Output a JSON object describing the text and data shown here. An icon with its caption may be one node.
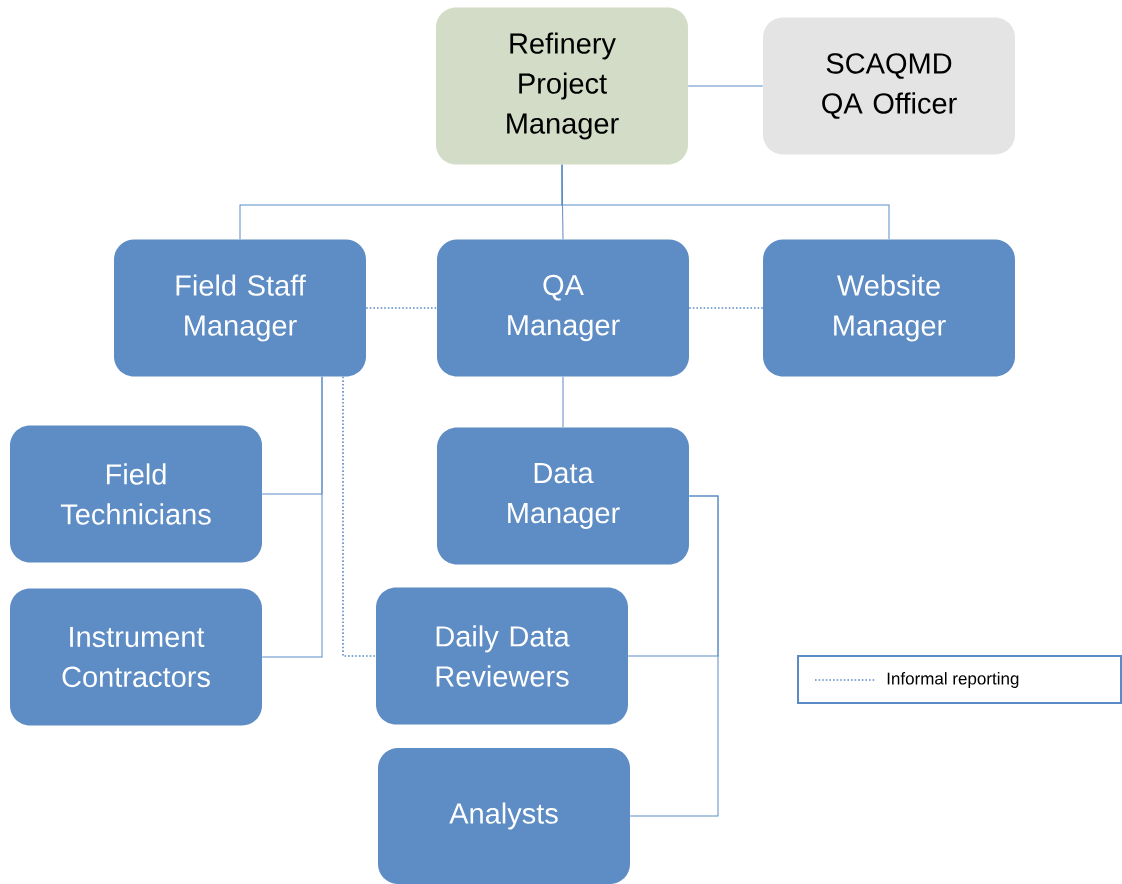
{
  "diagram": {
    "nodes": [
      {
        "text": [
          "Refinery Project Manager"
        ]
      },
      {
        "text": [
          "SCAQMD QA Officer"
        ]
      },
      {
        "text": [
          "Field Staff Manager"
        ]
      },
      {
        "text": [
          "QA Manager"
        ]
      },
      {
        "text": [
          "Website Manager"
        ]
      },
      {
        "text": [
          "Field Technicians"
        ]
      },
      {
        "text": [
          "Data Manager"
        ]
      },
      {
        "text": [
          "Instrument Contractors"
        ]
      },
      {
        "text": [
          "Daily Data Reviewers"
        ]
      },
      {
        "text": [
          "Analysts"
        ]
      }
    ],
    "edges": [
      {
        "from": 0,
        "to": 1,
        "arrow": "none"
      },
      {
        "from": 0,
        "to": 2,
        "arrow": "none"
      },
      {
        "from": 0,
        "to": 3,
        "arrow": "none"
      },
      {
        "from": 0,
        "to": 4,
        "arrow": "none"
      },
      {
        "from": 2,
        "to": 3,
        "arrow": "none",
        "style": "dashed"
      },
      {
        "from": 3,
        "to": 4,
        "arrow": "none",
        "style": "dashed"
      },
      {
        "from": 2,
        "to": 5,
        "arrow": "none"
      },
      {
        "from": 2,
        "to": 7,
        "arrow": "none"
      },
      {
        "from": 2,
        "to": 8,
        "arrow": "none",
        "style": "dashed"
      },
      {
        "from": 3,
        "to": 6,
        "arrow": "none"
      },
      {
        "from": 6,
        "to": 8,
        "arrow": "none"
      },
      {
        "from": 6,
        "to": 9,
        "arrow": "none"
      }
    ],
    "legend": [
      {
        "text": "Informal reporting"
      }
    ]
  }
}
